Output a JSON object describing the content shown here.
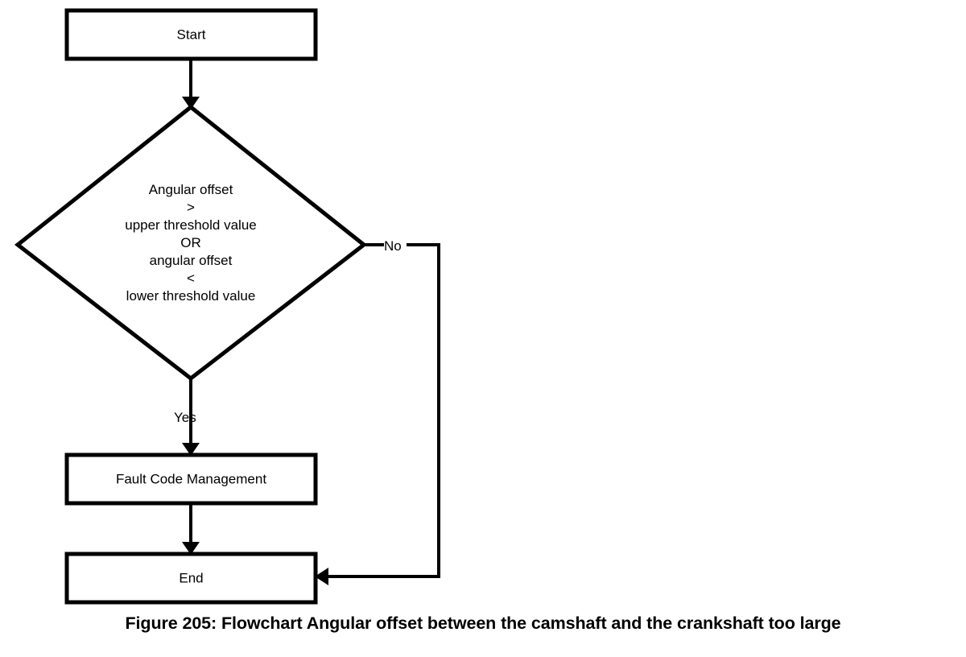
{
  "figure": {
    "caption": "Figure 205: Flowchart Angular offset between the camshaft and the crankshaft too large",
    "background_color": "#ffffff",
    "line_color": "#000000"
  },
  "flowchart": {
    "nodes": {
      "start": {
        "type": "terminator",
        "label": "Start"
      },
      "decision": {
        "type": "decision",
        "lines": [
          "Angular offset",
          ">",
          "upper threshold value",
          "OR",
          "angular offset",
          "<",
          "lower threshold value"
        ]
      },
      "fault_code_management": {
        "type": "process",
        "label": "Fault Code Management"
      },
      "end": {
        "type": "terminator",
        "label": "End"
      }
    },
    "edges": [
      {
        "from": "start",
        "to": "decision",
        "label": ""
      },
      {
        "from": "decision",
        "to": "fault_code_management",
        "label": "Yes"
      },
      {
        "from": "decision",
        "to": "end",
        "label": "No"
      },
      {
        "from": "fault_code_management",
        "to": "end",
        "label": ""
      }
    ],
    "edge_labels": {
      "yes": "Yes",
      "no": "No"
    }
  }
}
